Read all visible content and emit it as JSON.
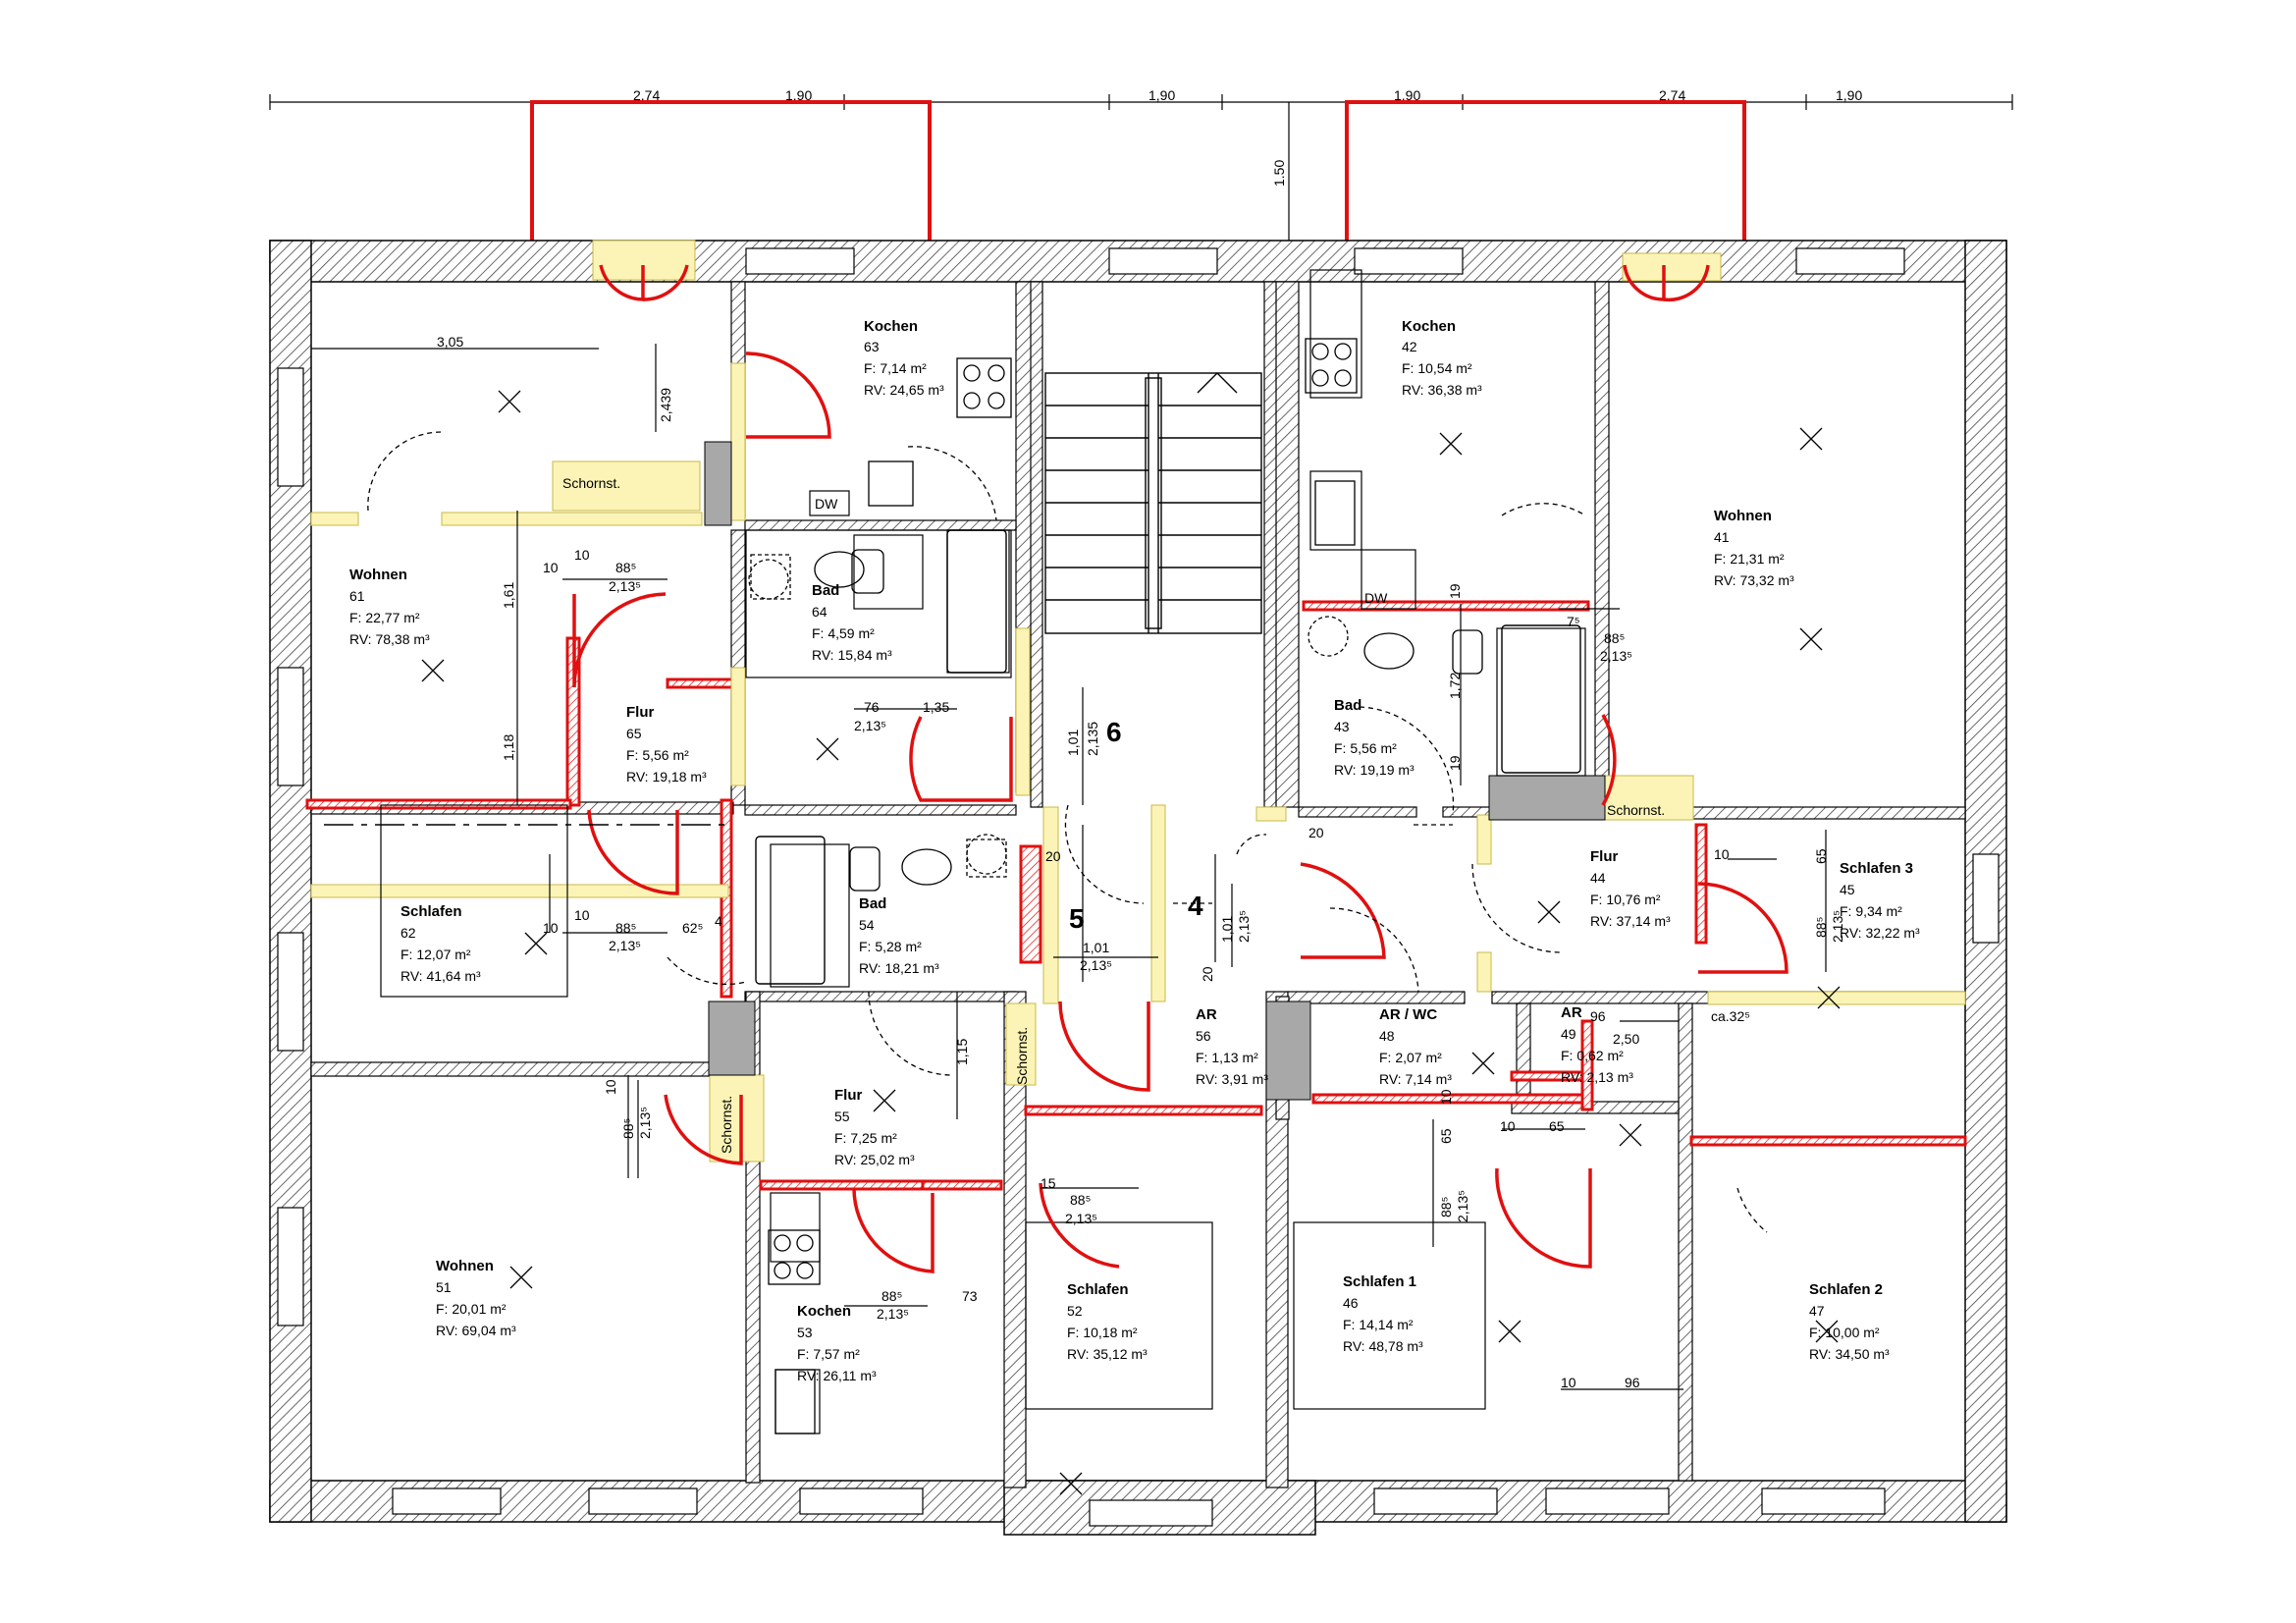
{
  "rooms": [
    {
      "name": "Kochen",
      "num": "63",
      "area": "F:   7,14 m²",
      "vol": "RV: 24,65 m³"
    },
    {
      "name": "Wohnen",
      "num": "61",
      "area": "F:   22,77 m²",
      "vol": "RV: 78,38 m³"
    },
    {
      "name": "Bad",
      "num": "64",
      "area": "F:   4,59 m²",
      "vol": "RV: 15,84 m³"
    },
    {
      "name": "Flur",
      "num": "65",
      "area": "F:   5,56 m²",
      "vol": "RV: 19,18 m³"
    },
    {
      "name": "Schlafen",
      "num": "62",
      "area": "F:   12,07 m²",
      "vol": "RV: 41,64 m³"
    },
    {
      "name": "Bad",
      "num": "54",
      "area": "F:   5,28 m²",
      "vol": "RV: 18,21 m³"
    },
    {
      "name": "Flur",
      "num": "55",
      "area": "F:   7,25 m²",
      "vol": "RV: 25,02 m³"
    },
    {
      "name": "Wohnen",
      "num": "51",
      "area": "F:   20,01 m²",
      "vol": "RV: 69,04 m³"
    },
    {
      "name": "Kochen",
      "num": "53",
      "area": "F:   7,57 m²",
      "vol": "RV: 26,11 m³"
    },
    {
      "name": "Schlafen",
      "num": "52",
      "area": "F:   10,18 m²",
      "vol": "RV: 35,12 m³"
    },
    {
      "name": "AR",
      "num": "56",
      "area": "F:   1,13 m²",
      "vol": "RV: 3,91 m³"
    },
    {
      "name": "Kochen",
      "num": "42",
      "area": "F:   10,54 m²",
      "vol": "RV: 36,38 m³"
    },
    {
      "name": "Wohnen",
      "num": "41",
      "area": "F:   21,31 m²",
      "vol": "RV: 73,32 m³"
    },
    {
      "name": "Bad",
      "num": "43",
      "area": "F:   5,56 m²",
      "vol": "RV: 19,19 m³"
    },
    {
      "name": "Flur",
      "num": "44",
      "area": "F:   10,76 m²",
      "vol": "RV: 37,14 m³"
    },
    {
      "name": "Schlafen  3",
      "num": "45",
      "area": "F:   9,34 m²",
      "vol": "RV: 32,22 m³"
    },
    {
      "name": "AR / WC",
      "num": "48",
      "area": "F:   2,07 m²",
      "vol": "RV: 7,14 m³"
    },
    {
      "name": "AR",
      "num": "49",
      "area": "F:   0,62 m²",
      "vol": "RV: 2,13 m³"
    },
    {
      "name": "Schlafen 1",
      "num": "46",
      "area": "F:   14,14 m²",
      "vol": "RV: 48,78 m³"
    },
    {
      "name": "Schlafen 2",
      "num": "47",
      "area": "F:   10,00 m²",
      "vol": "RV: 34,50 m³"
    }
  ],
  "stair_numbers": [
    "6",
    "5",
    "4"
  ],
  "tags": {
    "chimney": "Schornst.",
    "dishwasher": "DW"
  },
  "dimensions": {
    "top": [
      "2,74",
      "1,90",
      "1,90",
      "1,90",
      "2,74",
      "1,90"
    ],
    "balcony_depth": "1.50",
    "wohnen61_width": "3,05",
    "wohnen61_h1": "1,61",
    "wohnen61_h2": "1,18",
    "door_88": "88⁵",
    "door_213": "2,13⁵",
    "d10": "10",
    "d76": "76",
    "d135": "1,35",
    "d101": "1,01",
    "d2135": "2,135",
    "d20": "20",
    "d115": "1,15",
    "d15": "15",
    "d73": "73",
    "d65": "65",
    "d96": "96",
    "d250": "2,50",
    "d172": "1,72",
    "d19": "19",
    "d75": "7⁵",
    "d62": "62⁵",
    "d4": "4",
    "d2439": "2,439",
    "ca32": "ca.32⁵"
  },
  "colors": {
    "wall": "#555555",
    "demolish": "#e01010",
    "new": "#fbf4b6",
    "chimney": "#a0a0a0",
    "dim": "#000000"
  }
}
